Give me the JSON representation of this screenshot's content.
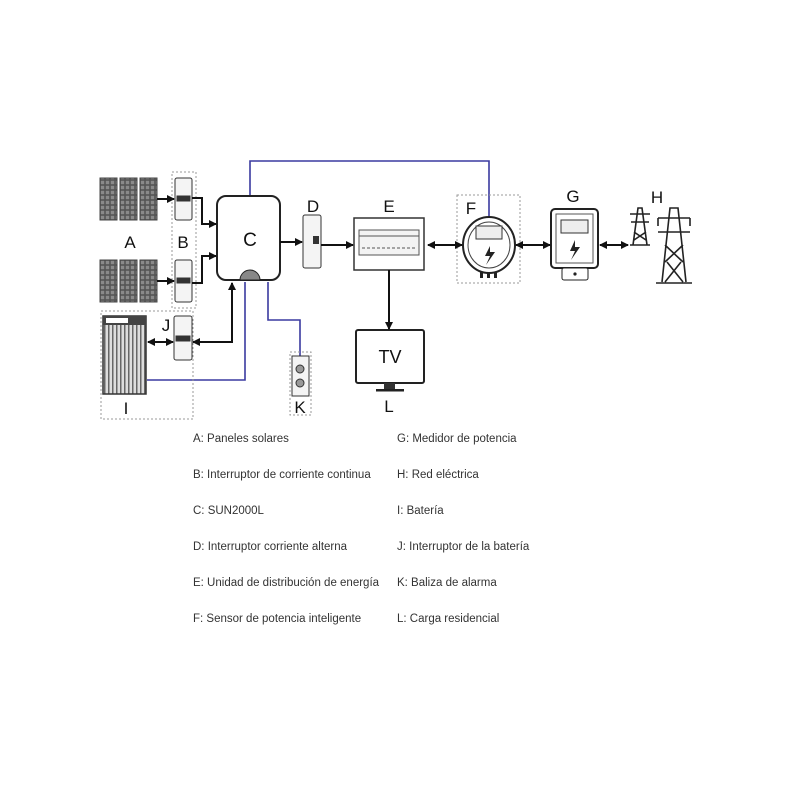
{
  "diagram": {
    "labels": {
      "A": "A",
      "B": "B",
      "C": "C",
      "D": "D",
      "E": "E",
      "F": "F",
      "G": "G",
      "H": "H",
      "I": "I",
      "J": "J",
      "K": "K",
      "L": "L",
      "tv": "TV"
    },
    "colors": {
      "line": "#111111",
      "signal": "#3a3aa0",
      "dashed": "#999999"
    }
  },
  "legend": {
    "left": [
      "A: Paneles solares",
      "B: Interruptor de corriente continua",
      "C: SUN2000L",
      "D: Interruptor corriente alterna",
      "E: Unidad de distribución de energía",
      "F: Sensor de potencia inteligente"
    ],
    "right": [
      "G: Medidor de potencia",
      "H: Red eléctrica",
      "I: Batería",
      "J: Interruptor de la batería",
      "K: Baliza de alarma",
      "L: Carga residencial"
    ]
  }
}
